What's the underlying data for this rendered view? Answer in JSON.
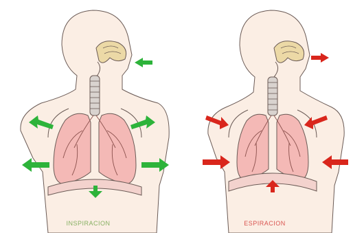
{
  "panels": [
    {
      "id": "insp",
      "caption": "INSPIRACION",
      "caption_color": "#86b061",
      "arrow_color": "#2db33a",
      "mode": "in"
    },
    {
      "id": "esp",
      "caption": "ESPIRACION",
      "caption_color": "#d9534f",
      "arrow_color": "#d9261c",
      "mode": "out"
    }
  ],
  "colors": {
    "skin": "#fbeee4",
    "outline": "#6a5a55",
    "lung": "#f4b9b6",
    "trachea": "#d9d3cf",
    "nose": "#ecd9a6",
    "diaphragm": "#f3d2cd"
  }
}
